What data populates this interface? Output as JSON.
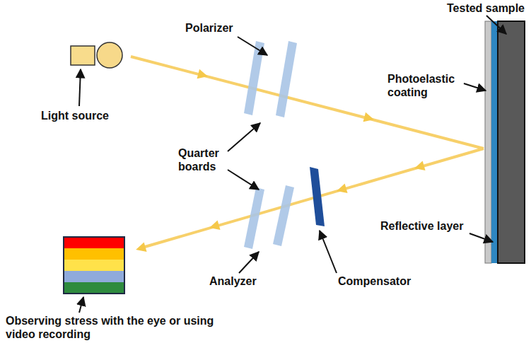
{
  "diagram": {
    "labels": [
      "Tested sample",
      "Polarizer",
      "Photoelastic coating",
      "Light source",
      "Quarter boards",
      "Reflective layer",
      "Analyzer",
      "Compensator",
      "Observing stress with the eye or using video recording"
    ]
  }
}
